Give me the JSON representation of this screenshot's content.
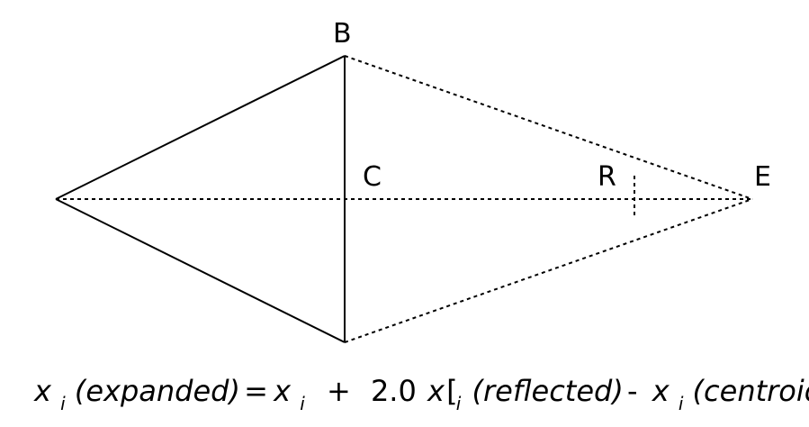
{
  "points": {
    "B": "B",
    "C": "C",
    "R": "R",
    "E": "E"
  },
  "formula": {
    "var": "x",
    "sub": "i",
    "expanded": "(expanded)",
    "equals": "=",
    "plus": "+",
    "coefficient": "2.0",
    "open_bracket": "[",
    "reflected": "(reflected)",
    "minus": "-",
    "centroid": "(centroid)",
    "close_bracket": "])"
  },
  "colors": {
    "stroke": "#000000",
    "background": "#ffffff"
  }
}
